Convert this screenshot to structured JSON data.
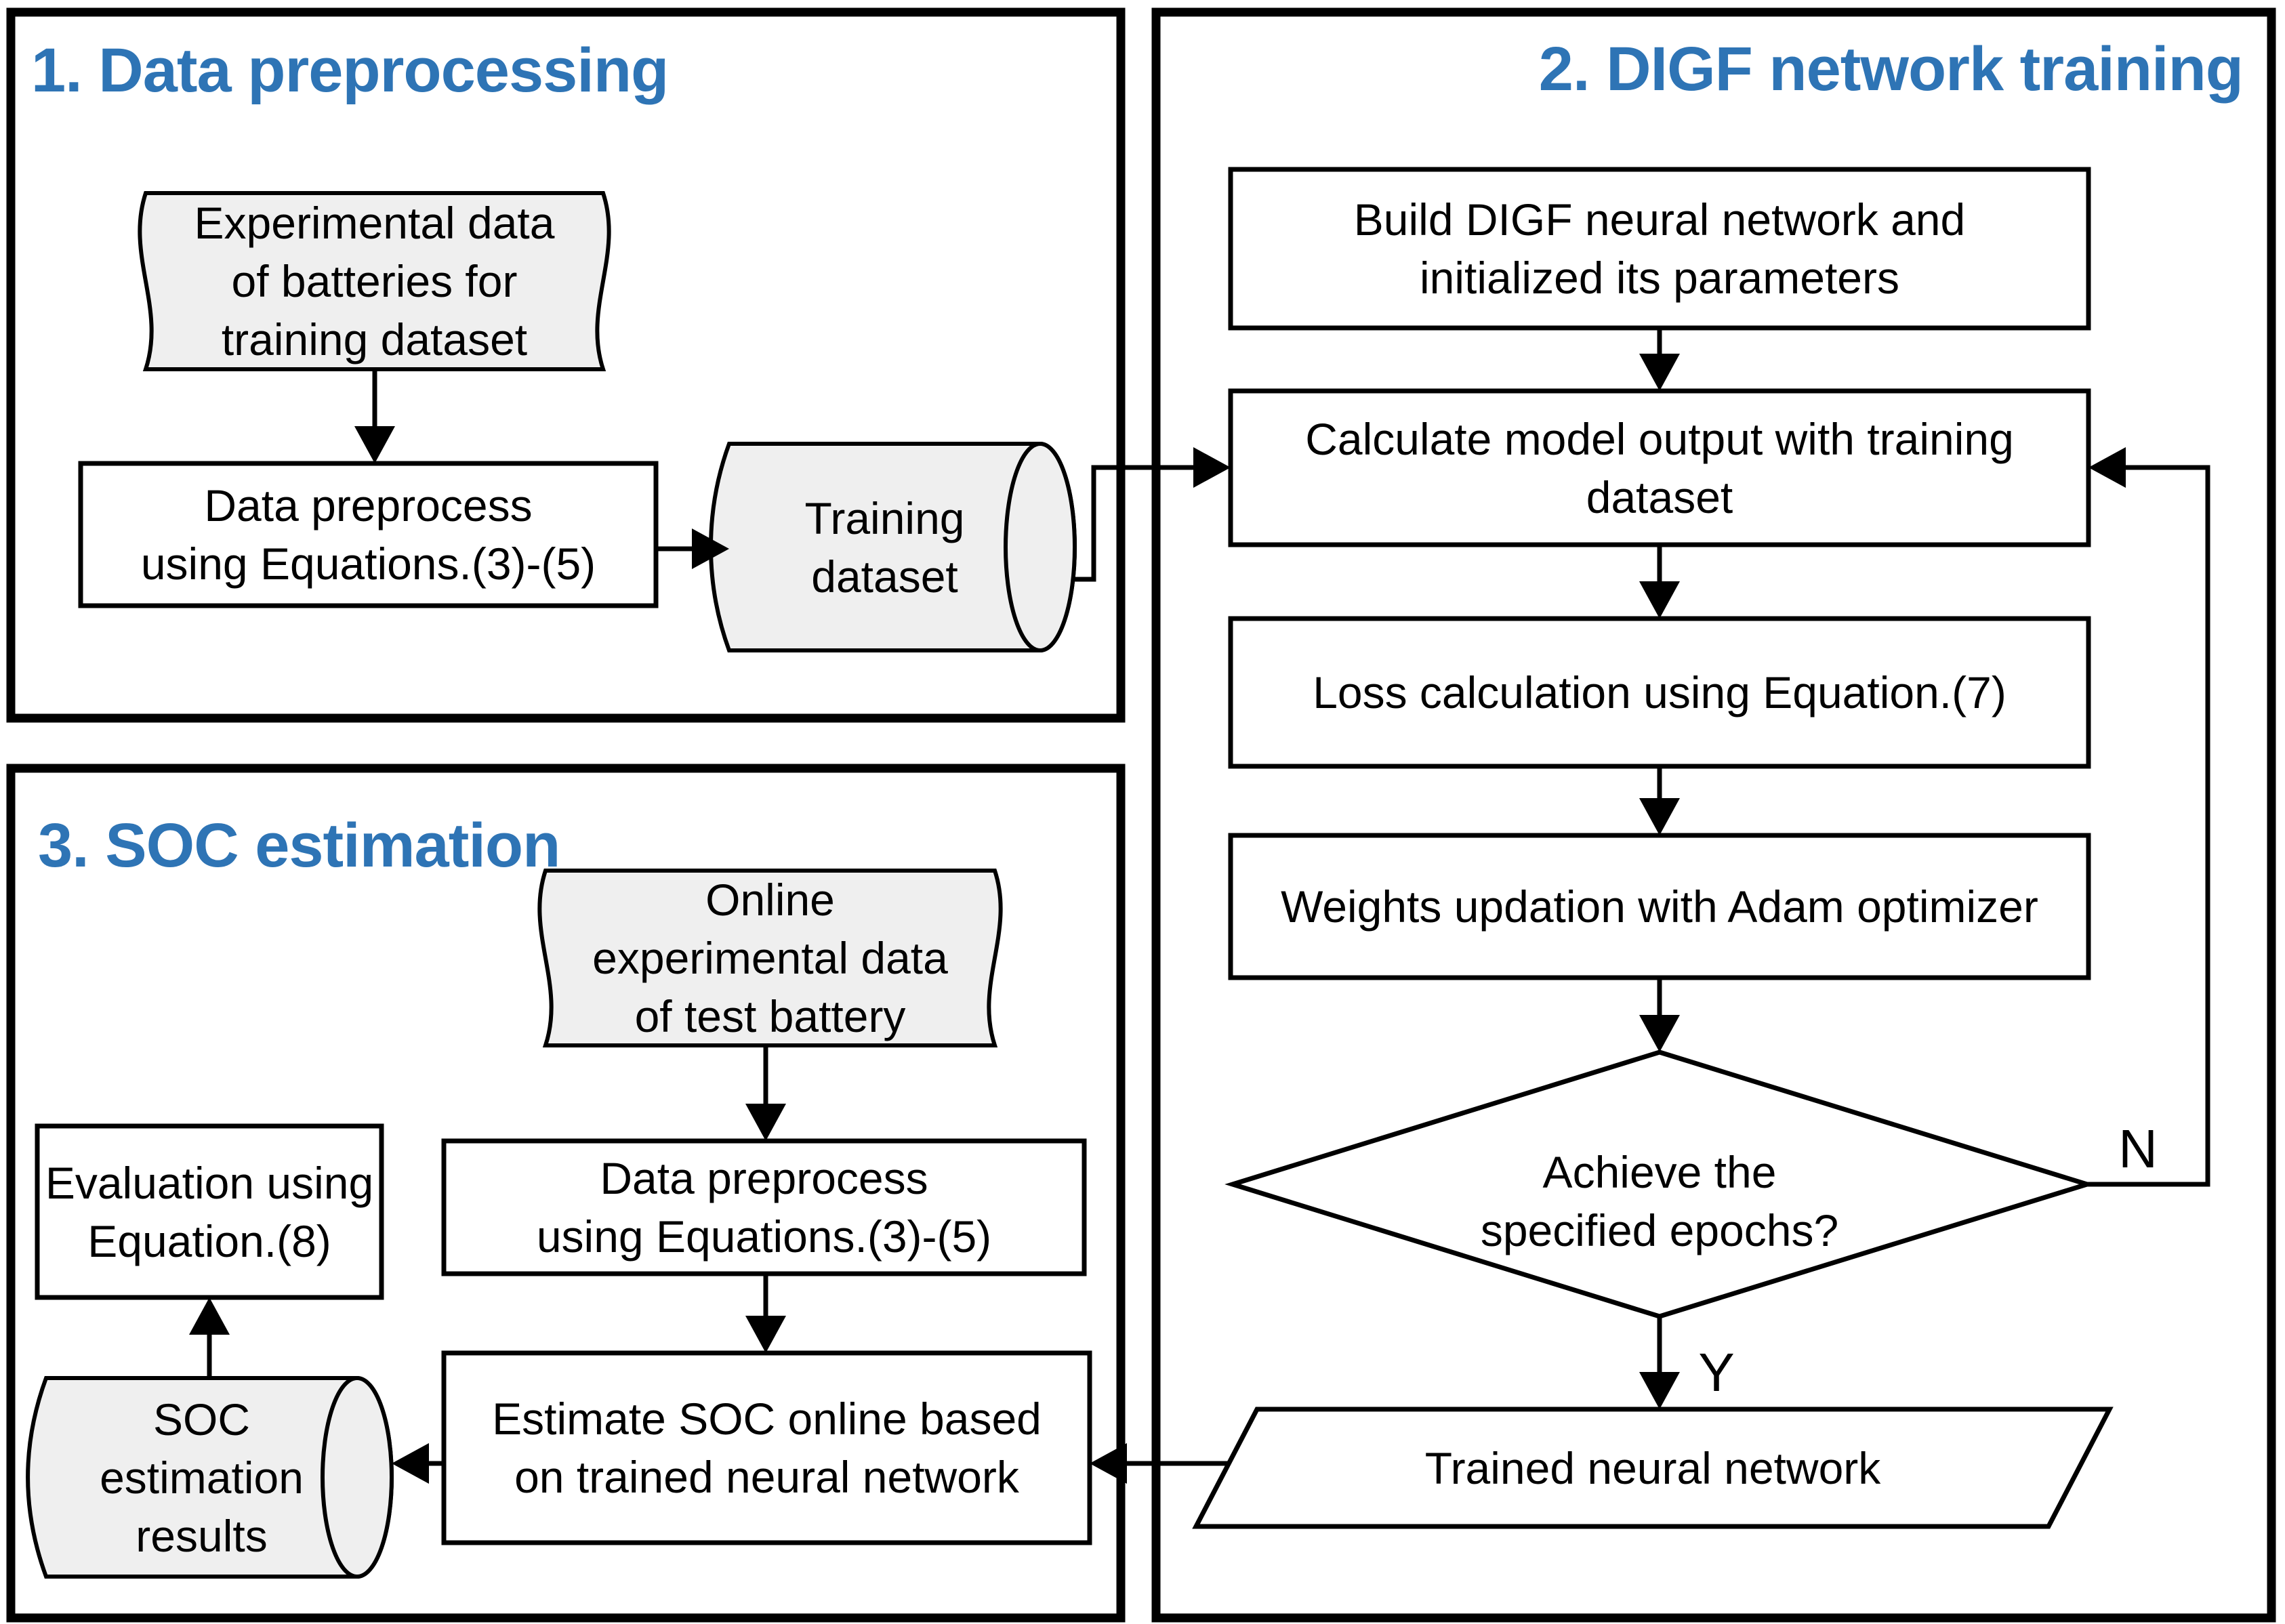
{
  "colors": {
    "title_blue": "#2e74b5",
    "shape_fill": "#efefef",
    "line_color": "#000000",
    "background": "#ffffff"
  },
  "sections": {
    "s1": {
      "title": "1. Data preprocessing"
    },
    "s2": {
      "title": "2. DIGF network training"
    },
    "s3": {
      "title": "3. SOC estimation"
    }
  },
  "nodes": {
    "exp_data": {
      "type": "stored-data",
      "label": "Experimental data\nof batteries for\ntraining dataset"
    },
    "preprocess1": {
      "type": "process",
      "label": "Data preprocess\nusing Equations.(3)-(5)"
    },
    "training_dataset": {
      "type": "database",
      "label": "Training\ndataset"
    },
    "build": {
      "type": "process",
      "label": "Build DIGF neural network and\ninitialized its parameters"
    },
    "calculate": {
      "type": "process",
      "label": "Calculate model output with training\ndataset"
    },
    "loss": {
      "type": "process",
      "label": "Loss calculation using Equation.(7)"
    },
    "weights": {
      "type": "process",
      "label": "Weights updation with Adam optimizer"
    },
    "decision": {
      "type": "decision",
      "label": "Achieve the\nspecified epochs?"
    },
    "trained_nn": {
      "type": "output",
      "label": "Trained neural network"
    },
    "online_data": {
      "type": "stored-data",
      "label": "Online\nexperimental data\nof test battery"
    },
    "preprocess2": {
      "type": "process",
      "label": "Data preprocess\nusing Equations.(3)-(5)"
    },
    "estimate": {
      "type": "process",
      "label": "Estimate SOC online based\non trained neural network"
    },
    "soc_results": {
      "type": "database",
      "label": "SOC\nestimation\nresults"
    },
    "evaluation": {
      "type": "process",
      "label": "Evaluation using\nEquation.(8)"
    }
  },
  "edge_labels": {
    "no": "N",
    "yes": "Y"
  }
}
